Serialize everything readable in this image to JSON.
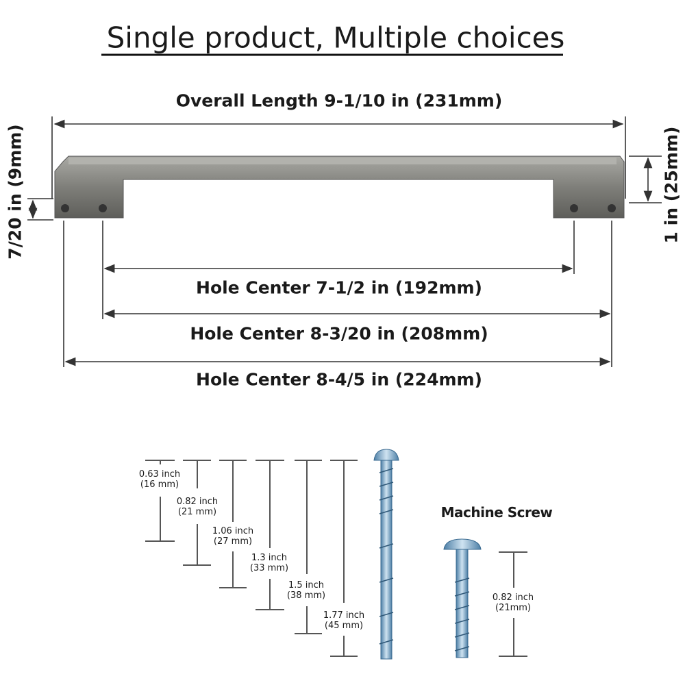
{
  "title": "Single product, Multiple choices",
  "overall_length": "Overall Length 9-1/10 in (231mm)",
  "leg_height": "7/20 in (9mm)",
  "height": "1 in (25mm)",
  "hole_centers": [
    "Hole Center 7-1/2 in (192mm)",
    "Hole Center 8-3/20 in (208mm)",
    "Hole Center 8-4/5 in (224mm)"
  ],
  "screw_lengths": [
    {
      "inch": "0.63 inch",
      "mm": "(16 mm)"
    },
    {
      "inch": "0.82 inch",
      "mm": "(21 mm)"
    },
    {
      "inch": "1.06 inch",
      "mm": "(27 mm)"
    },
    {
      "inch": "1.3 inch",
      "mm": "(33 mm)"
    },
    {
      "inch": "1.5 inch",
      "mm": "(38 mm)"
    },
    {
      "inch": "1.77 inch",
      "mm": "(45 mm)"
    }
  ],
  "machine_screw": {
    "label": "Machine Screw",
    "inch": "0.82 inch",
    "mm": "(21mm)"
  },
  "colors": {
    "metal": "#8a8a86",
    "screw": "#6fa3c8",
    "line": "#333333"
  }
}
